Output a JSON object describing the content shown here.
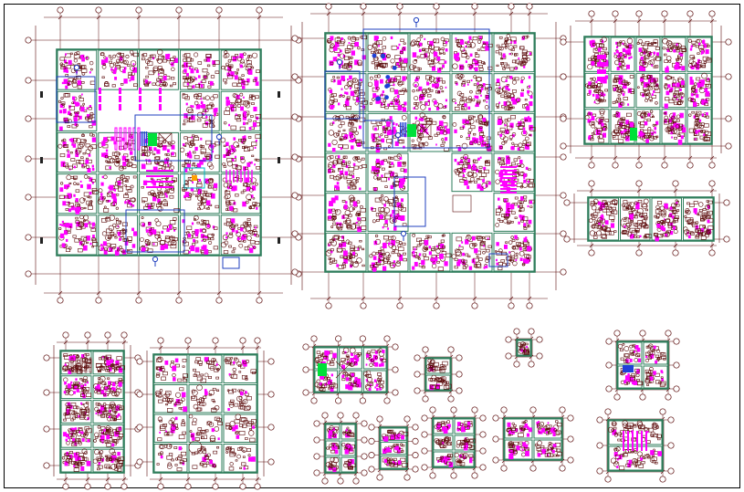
{
  "drawing": {
    "colors": {
      "background": "#ffffff",
      "walls": "#2e7d5b",
      "grid_lines": "#5a0a0a",
      "furniture": "#5a0a0a",
      "fixtures": "#ff00ff",
      "section_markers": "#1f3fbf",
      "green_fixture": "#00e03a",
      "cyan_accent": "#00b7c7",
      "border": "#000000"
    },
    "plans": [
      {
        "id": "plan-left-large"
      },
      {
        "id": "plan-center-large"
      },
      {
        "id": "plan-right-top"
      },
      {
        "id": "plan-right-strip"
      },
      {
        "id": "plan-bottom-left-a"
      },
      {
        "id": "plan-bottom-left-b"
      },
      {
        "id": "detail-toilet"
      },
      {
        "id": "detail-small-square"
      },
      {
        "id": "detail-tiny"
      },
      {
        "id": "detail-right-room"
      },
      {
        "id": "detail-bottom-1"
      },
      {
        "id": "detail-bottom-2"
      },
      {
        "id": "detail-bottom-3"
      },
      {
        "id": "detail-bottom-4"
      },
      {
        "id": "detail-bottom-5"
      }
    ]
  }
}
